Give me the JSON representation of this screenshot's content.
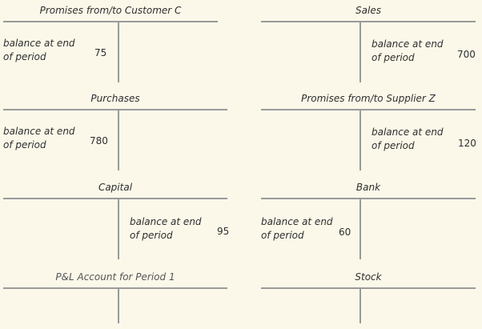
{
  "accounts": [
    {
      "title": "Promises from/to Customer C",
      "side": "debit",
      "label_line1": "balance at end",
      "label_line2": "of period",
      "value": "75"
    },
    {
      "title": "Sales",
      "side": "credit",
      "label_line1": "balance at end",
      "label_line2": "of period",
      "value": "700"
    },
    {
      "title": "Purchases",
      "side": "debit",
      "label_line1": "balance at end",
      "label_line2": "of period",
      "value": "780"
    },
    {
      "title": "Promises from/to Supplier Z",
      "side": "credit",
      "label_line1": "balance at end",
      "label_line2": "of period",
      "value": "120"
    },
    {
      "title": "Capital",
      "side": "credit",
      "label_line1": "balance at end",
      "label_line2": "of period",
      "value": "95"
    },
    {
      "title": "Bank",
      "side": "debit",
      "label_line1": "balance at end",
      "label_line2": "of period",
      "value": "60"
    },
    {
      "title": "P&L Account for Period 1",
      "side": "none"
    },
    {
      "title": "Stock",
      "side": "none"
    }
  ]
}
